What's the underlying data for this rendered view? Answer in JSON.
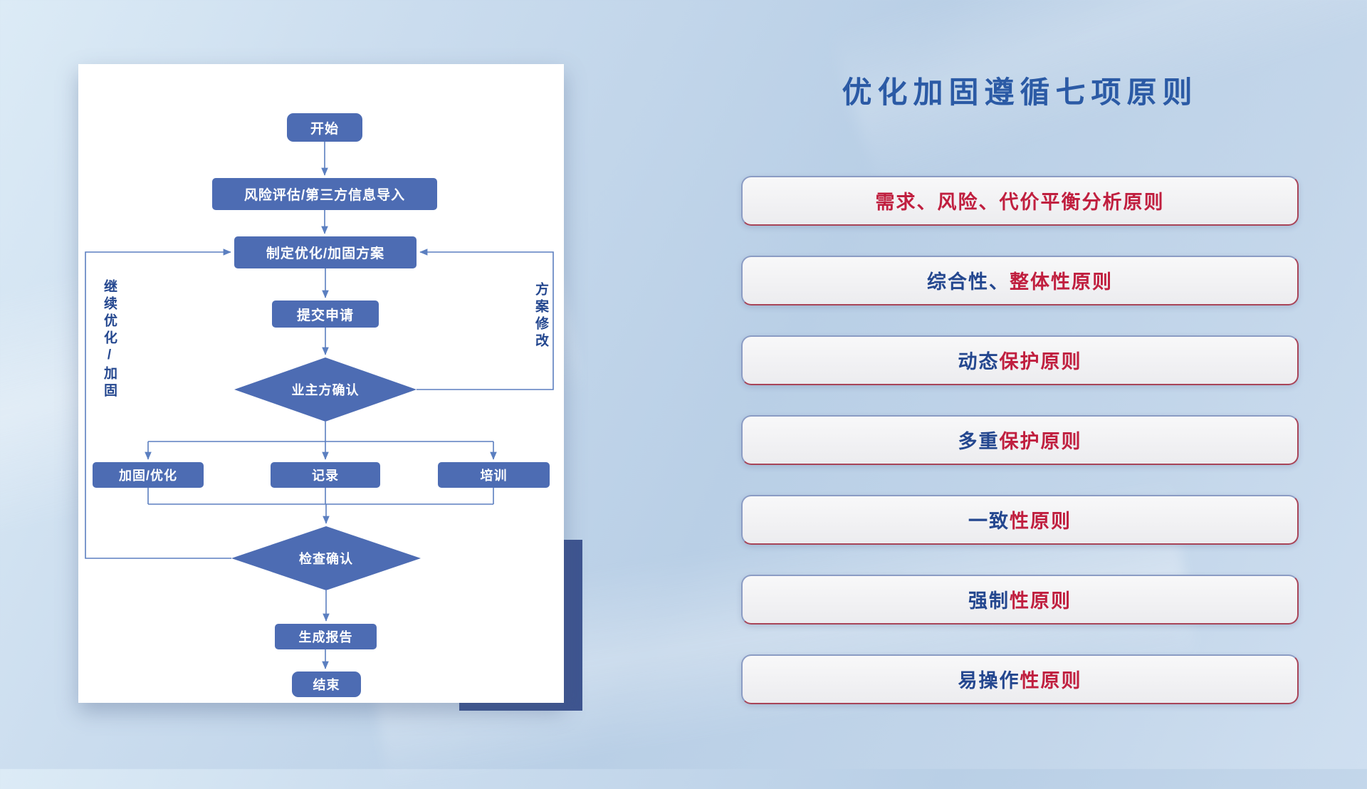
{
  "background": {
    "base_colors": [
      "#dcebf6",
      "#cadcee",
      "#b9cfe6"
    ],
    "accent_block_color": "#3e5590"
  },
  "flowchart": {
    "nodes": {
      "start": "开始",
      "risk_import": "风险评估/第三方信息导入",
      "plan": "制定优化/加固方案",
      "submit": "提交申请",
      "owner_confirm": "业主方确认",
      "reinforce": "加固/优化",
      "record": "记录",
      "training": "培训",
      "check_confirm": "检查确认",
      "report": "生成报告",
      "end": "结束"
    },
    "labels": {
      "continue_loop": "继续优化/加固",
      "plan_modify": "方案修改"
    },
    "colors": {
      "node_fill": "#4d6cb3",
      "line": "#5b7fc0",
      "node_text": "#ffffff",
      "side_label_text": "#24478f"
    }
  },
  "principles": {
    "title": "优化加固遵循七项原则",
    "items": [
      {
        "part1": "",
        "part2": "需求、风险、代价平衡分析原则"
      },
      {
        "part1": "综合性、",
        "part2": "整体性原则"
      },
      {
        "part1": "动态",
        "part2": "保护原则"
      },
      {
        "part1": "多重",
        "part2": "保护原则"
      },
      {
        "part1": "一致",
        "part2": "性原则"
      },
      {
        "part1": "强制",
        "part2": "性原则"
      },
      {
        "part1": "易操作",
        "part2": "性原则"
      }
    ],
    "colors": {
      "title": "#2b5aa5",
      "primary_text": "#24478f",
      "accent_text": "#c01f3f",
      "box_background": "#f2f2f4"
    }
  }
}
